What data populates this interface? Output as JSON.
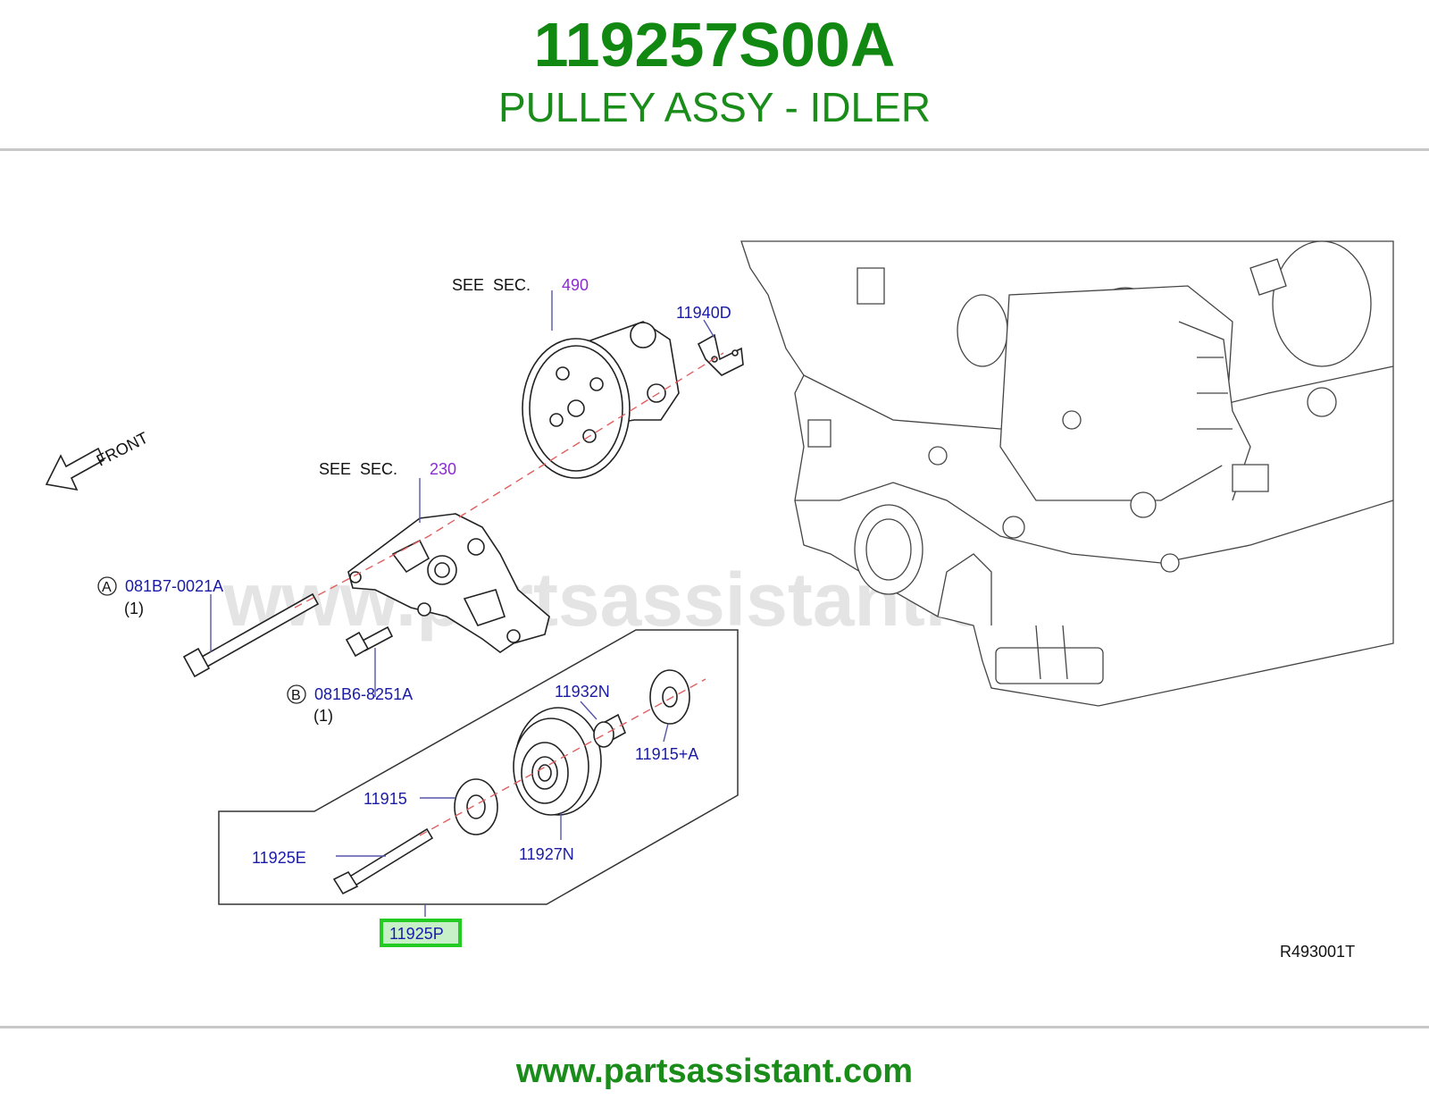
{
  "header": {
    "part_number": "119257S00A",
    "description": "PULLEY ASSY - IDLER"
  },
  "footer": {
    "url": "www.partsassistant.com"
  },
  "watermark": "www.partsassistant.com",
  "diagram": {
    "front_label": "FRONT",
    "see_sec_1": {
      "text": "SEE  SEC.",
      "number": "490"
    },
    "see_sec_2": {
      "text": "SEE  SEC.",
      "number": "230"
    },
    "callouts": {
      "p11940D": "11940D",
      "bolt_a_letter": "A",
      "bolt_a_code": "081B7-0021A",
      "bolt_a_qty": "(1)",
      "bolt_b_letter": "B",
      "bolt_b_code": "081B6-8251A",
      "bolt_b_qty": "(1)",
      "p11932N": "11932N",
      "p11915A": "11915+A",
      "p11915": "11915",
      "p11927N": "11927N",
      "p11925E": "11925E",
      "p11925P": "11925P"
    },
    "figure_code": "R493001T"
  },
  "colors": {
    "brand_green": "#118811",
    "callout_blue": "#1a1aa8",
    "section_purple": "#8a2bd0",
    "highlight_green": "#22cc22",
    "highlight_fill": "#c8f0c8"
  }
}
